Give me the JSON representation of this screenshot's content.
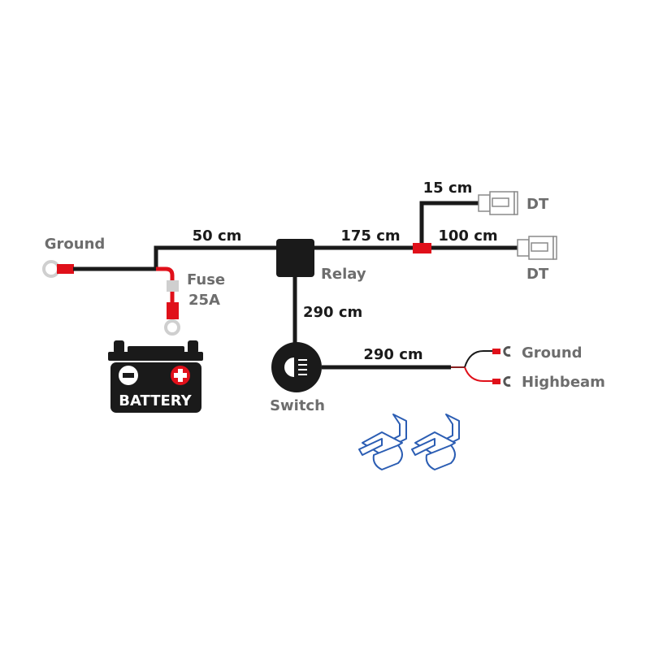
{
  "colors": {
    "wire": "#1a1a1a",
    "positive": "#e0101a",
    "label_gray": "#6d6d6d",
    "ring": "#cfcfcf",
    "clip": "#2b5db3"
  },
  "labels": {
    "ground_left": "Ground",
    "fuse": "Fuse",
    "fuse_rating": "25A",
    "battery": "BATTERY",
    "relay": "Relay",
    "switch": "Switch",
    "dt_top": "DT",
    "dt_bottom": "DT",
    "ground_right": "Ground",
    "highbeam": "Highbeam"
  },
  "lengths": {
    "ground_to_relay": "50 cm",
    "relay_to_split": "175 cm",
    "split_to_dt_top": "15 cm",
    "split_to_dt_bottom": "100 cm",
    "relay_to_switch": "290 cm",
    "switch_to_lights": "290 cm"
  }
}
